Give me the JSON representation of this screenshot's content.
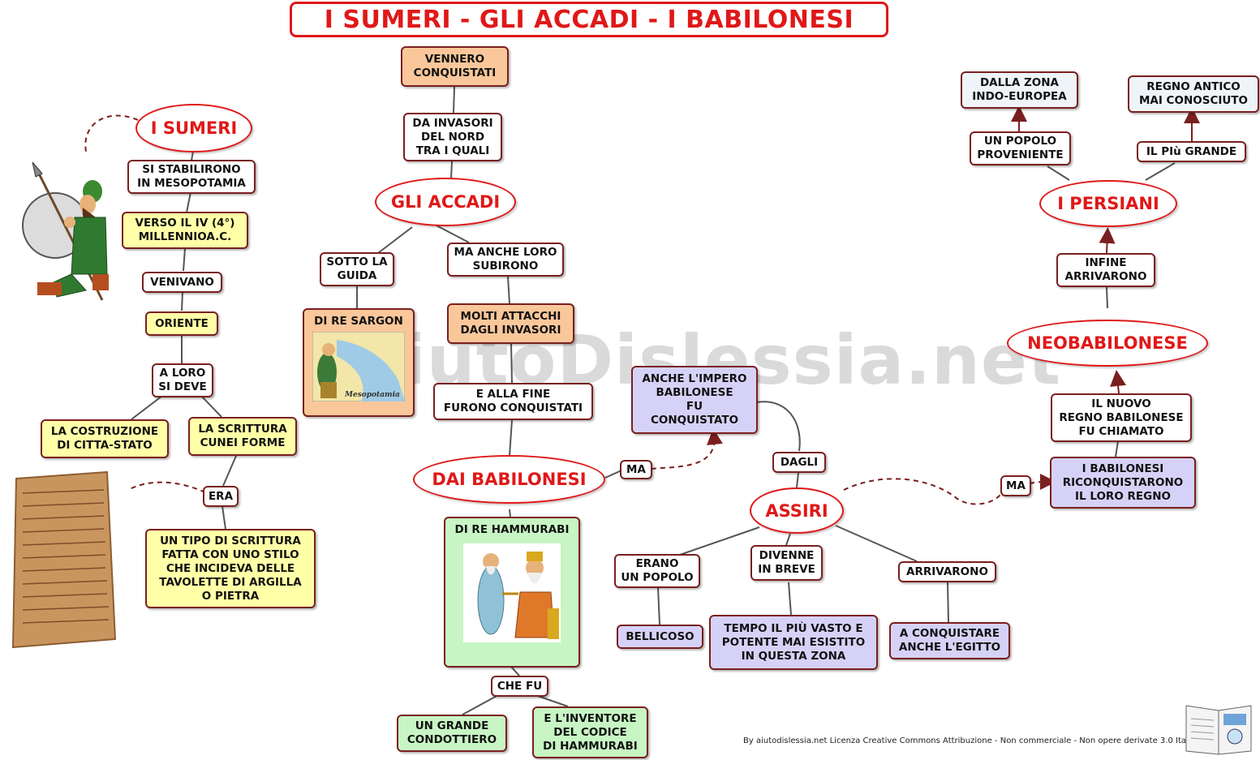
{
  "title": "I SUMERI - GLI ACCADI - I BABILONESI",
  "watermark": "AiutoDislessia.net",
  "credit": "By aiutodislessia.net Licenza Creative Commons Attribuzione - Non commerciale - Non opere derivate 3.0 Italia",
  "colors": {
    "title": "#e01818",
    "border": "#7a1f1f",
    "yellow": "#ffffa8",
    "orange": "#f9c79a",
    "purple": "#d6d2f7",
    "green": "#c8f5c4"
  },
  "sumeri": {
    "title": "I SUMERI",
    "stabilirono": "SI STABILIRONO\nIN MESOPOTAMIA",
    "millennio": "VERSO IL IV (4°)\nMILLENNIOA.C.",
    "venivano": "VENIVANO",
    "oriente": "ORIENTE",
    "a_loro": "A LORO\nSI DEVE",
    "costruzione": "LA COSTRUZIONE\nDI CITTA-STATO",
    "scrittura": "LA SCRITTURA\nCUNEI FORME",
    "era": "ERA",
    "tipo": "UN TIPO DI SCRITTURA\nFATTA CON UNO STILO\nCHE INCIDEVA DELLE\nTAVOLETTE DI ARGILLA\nO PIETRA"
  },
  "accadi": {
    "vennero": "VENNERO\nCONQUISTATI",
    "invasori": "DA INVASORI\nDEL NORD\nTRA I QUALI",
    "title": "GLI ACCADI",
    "sotto": "SOTTO LA\nGUIDA",
    "sargon": "DI RE SARGON",
    "map_label": "Mesopotamia",
    "ma_anche": "MA ANCHE LORO\nSUBIRONO",
    "attacchi": "MOLTI ATTACCHI\nDAGLI INVASORI",
    "alla_fine": "E ALLA FINE\nFURONO CONQUISTATI"
  },
  "babilonesi": {
    "title": "DAI BABILONESI",
    "ma": "MA",
    "hammurabi": "DI RE HAMMURABI",
    "che_fu": "CHE FU",
    "condottiero": "UN GRANDE\nCONDOTTIERO",
    "inventore": "E L'INVENTORE\nDEL CODICE\nDI HAMMURABI",
    "impero": "ANCHE L'IMPERO\nBABILONESE\nFU\nCONQUISTATO",
    "dagli": "DAGLI"
  },
  "assiri": {
    "title": "ASSIRI",
    "erano": "ERANO\nUN POPOLO",
    "bellicoso": "BELLICOSO",
    "divenne": "DIVENNE\nIN BREVE",
    "tempo": "TEMPO IL PIÙ VASTO E\nPOTENTE MAI ESISTITO\nIN QUESTA ZONA",
    "arrivarono": "ARRIVARONO",
    "egitto": "A CONQUISTARE\nANCHE L'EGITTO",
    "ma": "MA"
  },
  "neo": {
    "riconquistarono": "I BABILONESI\nRICONQUISTARONO\nIL LORO REGNO",
    "nuovo": "IL NUOVO\nREGNO BABILONESE\nFU CHIAMATO",
    "title": "NEOBABILONESE",
    "infine": "INFINE\nARRIVARONO"
  },
  "persiani": {
    "title": "I PERSIANI",
    "popolo": "UN POPOLO\nPROVENIENTE",
    "zona": "DALLA ZONA\nINDO-EUROPEA",
    "grande": "IL PIù GRANDE",
    "regno": "REGNO ANTICO\nMAI CONOSCIUTO"
  }
}
